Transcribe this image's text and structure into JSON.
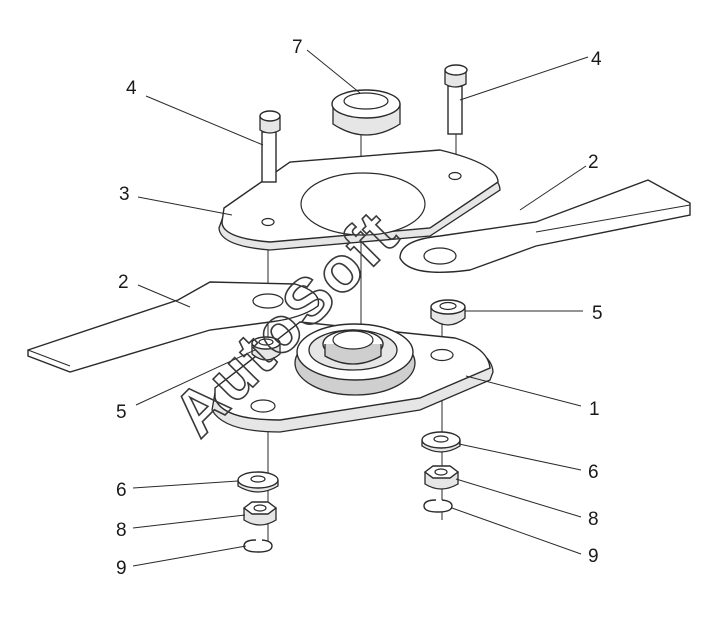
{
  "watermark": "AutoSoft",
  "callouts": [
    {
      "id": "c7",
      "label": "7"
    },
    {
      "id": "c4l",
      "label": "4"
    },
    {
      "id": "c4r",
      "label": "4"
    },
    {
      "id": "c3",
      "label": "3"
    },
    {
      "id": "c2r",
      "label": "2"
    },
    {
      "id": "c2l",
      "label": "2"
    },
    {
      "id": "c5r",
      "label": "5"
    },
    {
      "id": "c5l",
      "label": "5"
    },
    {
      "id": "c1",
      "label": "1"
    },
    {
      "id": "c6l",
      "label": "6"
    },
    {
      "id": "c6r",
      "label": "6"
    },
    {
      "id": "c8l",
      "label": "8"
    },
    {
      "id": "c8r",
      "label": "8"
    },
    {
      "id": "c9l",
      "label": "9"
    },
    {
      "id": "c9r",
      "label": "9"
    }
  ]
}
